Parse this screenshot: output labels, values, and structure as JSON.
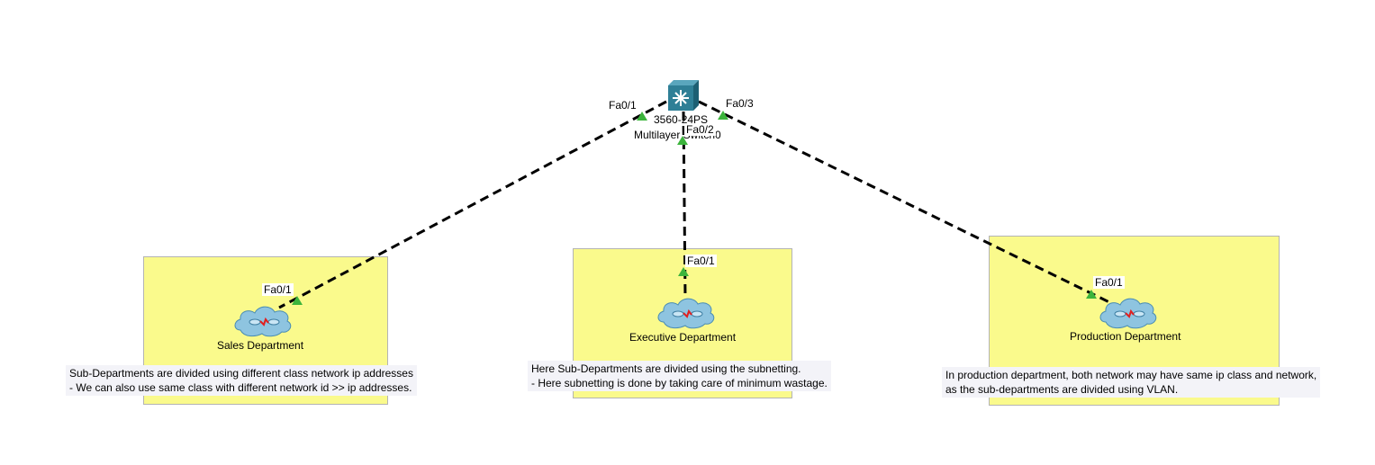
{
  "switch": {
    "model": "3560-24PS",
    "name": "Multilayer Switch0",
    "ports": {
      "left": "Fa0/1",
      "middle": "Fa0/2",
      "right": "Fa0/3"
    }
  },
  "departments": [
    {
      "name": "Sales Department",
      "port": "Fa0/1",
      "note": "Sub-Departments are divided using different class network ip addresses\n- We can also use same class with different network id >> ip addresses."
    },
    {
      "name": "Executive Department",
      "port": "Fa0/1",
      "note": "Here Sub-Departments are divided using the subnetting.\n- Here subnetting is done by taking care of minimum wastage."
    },
    {
      "name": "Production Department",
      "port": "Fa0/1",
      "note": "In production department, both network may have same ip class and network,\nas the sub-departments are divided using VLAN."
    }
  ],
  "colors": {
    "zone": "#fafa8c",
    "link": "#000000",
    "port_up": "#3cb43c",
    "switch": "#2f7f96"
  },
  "icons": [
    "multilayer-switch-icon",
    "cloud-icon"
  ]
}
